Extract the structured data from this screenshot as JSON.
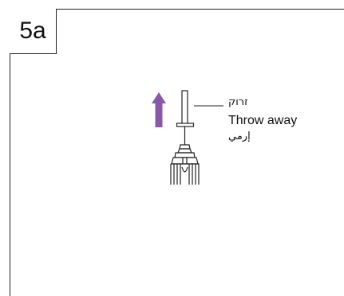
{
  "step": {
    "label": "5a"
  },
  "labels": {
    "hebrew": "זרוק",
    "english": "Throw away",
    "arabic": "إرمي"
  },
  "colors": {
    "arrow": "#8a58a8",
    "line": "#222222"
  },
  "icons": {
    "arrow": "up-arrow-icon",
    "needle": "pen-needle-icon",
    "pen": "injection-pen-icon"
  }
}
